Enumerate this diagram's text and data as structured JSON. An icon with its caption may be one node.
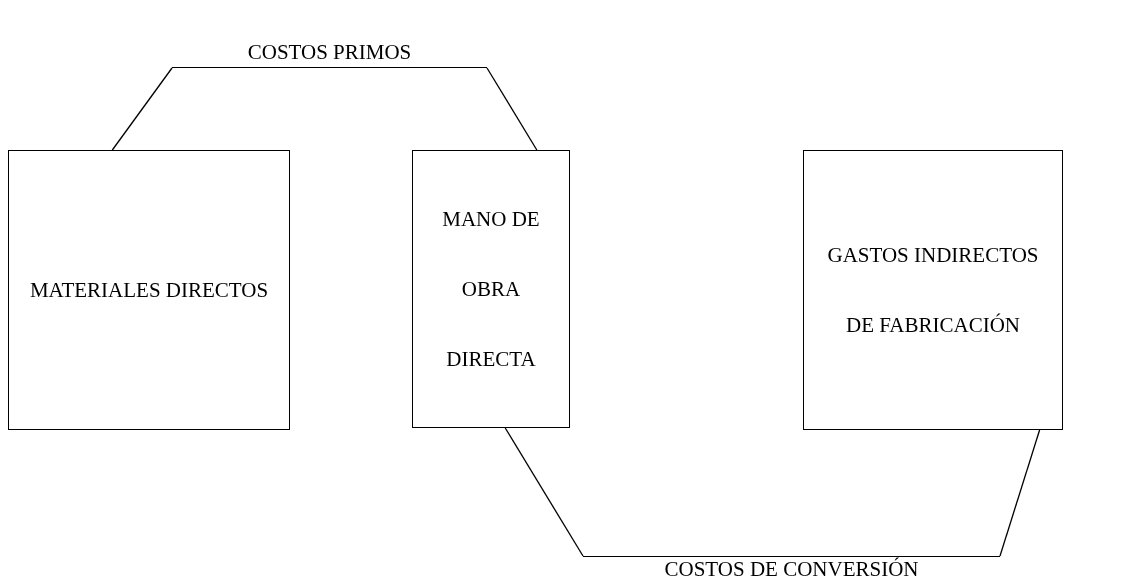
{
  "diagram": {
    "nodes": [
      {
        "text": [
          "COSTOS PRIMOS"
        ]
      },
      {
        "text": [
          "MATERIALES DIRECTOS"
        ]
      },
      {
        "text": [
          "MANO DE OBRA DIRECTA"
        ]
      },
      {
        "text": [
          "GASTOS INDIRECTOS DE FABRICACIÓN"
        ]
      },
      {
        "text": [
          "COSTOS DE CONVERSIÓN"
        ]
      }
    ],
    "edges": [
      {
        "from": 0,
        "to": 1,
        "arrow": "none"
      },
      {
        "from": 0,
        "to": 2,
        "arrow": "none"
      },
      {
        "from": 4,
        "to": 2,
        "arrow": "none"
      },
      {
        "from": 4,
        "to": 3,
        "arrow": "none"
      }
    ]
  }
}
